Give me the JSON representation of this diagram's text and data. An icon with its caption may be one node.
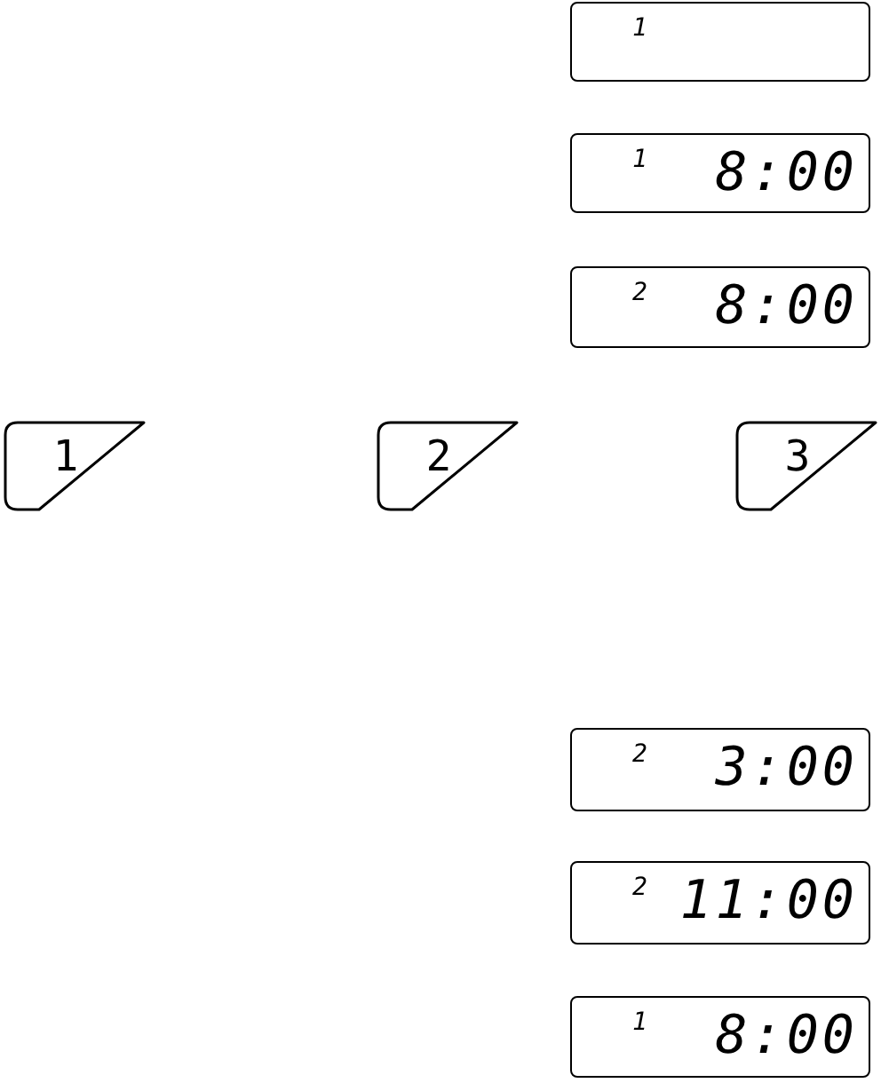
{
  "diagram": {
    "nodes": [
      {
        "text": [
          "1"
        ]
      },
      {
        "text": [
          "1",
          "8:00"
        ]
      },
      {
        "text": [
          "2",
          "8:00"
        ]
      },
      {
        "text": [
          "1"
        ]
      },
      {
        "text": [
          "2"
        ]
      },
      {
        "text": [
          "3"
        ]
      },
      {
        "text": [
          "2",
          "3:00"
        ]
      },
      {
        "text": [
          "2",
          "11:00"
        ]
      },
      {
        "text": [
          "1",
          "8:00"
        ]
      }
    ]
  }
}
